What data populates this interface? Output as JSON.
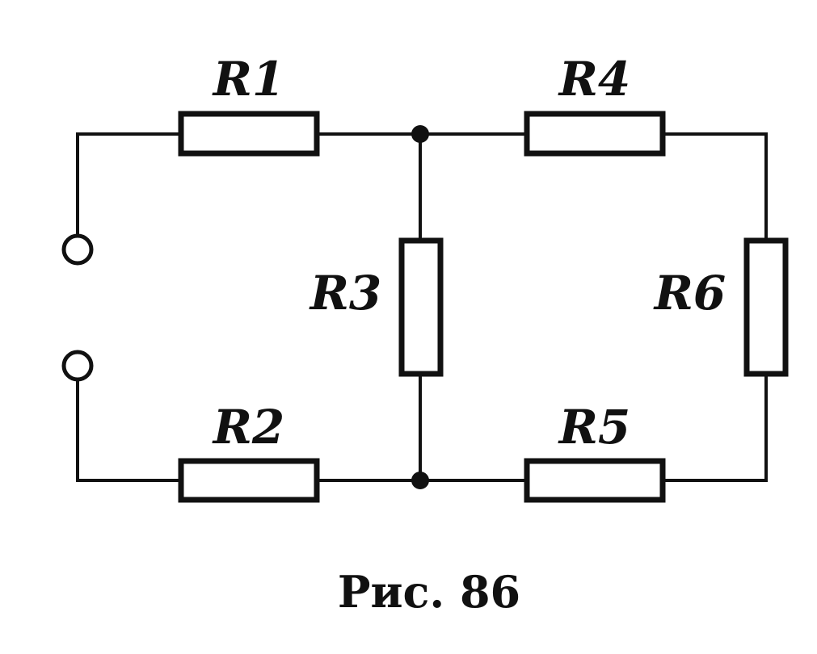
{
  "labels": {
    "r1": "R1",
    "r2": "R2",
    "r3": "R3",
    "r4": "R4",
    "r5": "R5",
    "r6": "R6"
  },
  "caption": "Рис. 86"
}
